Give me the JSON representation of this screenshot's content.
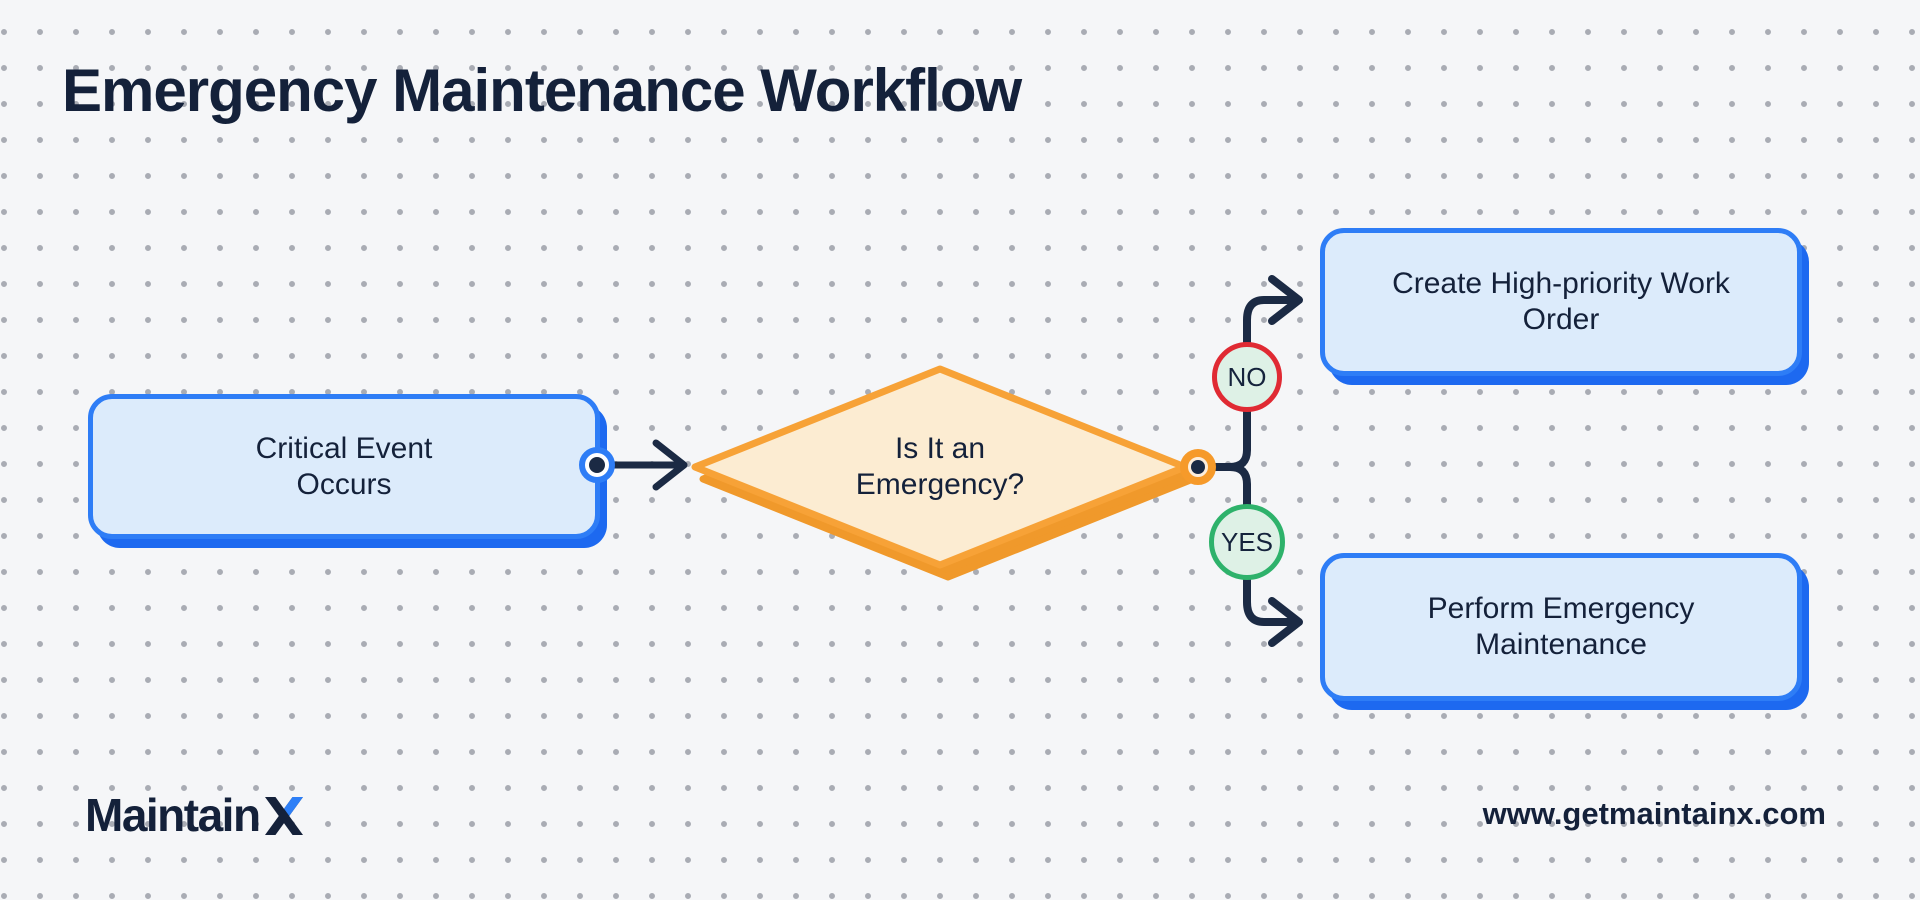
{
  "title": "Emergency Maintenance Workflow",
  "flowchart": {
    "start": {
      "label": "Critical Event Occurs"
    },
    "decision": {
      "label": "Is It an Emergency?"
    },
    "branches": [
      {
        "badge": "NO",
        "target": "Create High-priority Work Order"
      },
      {
        "badge": "YES",
        "target": "Perform Emergency Maintenance"
      }
    ]
  },
  "footer": {
    "brand_text": "Maintain",
    "brand_x": "X",
    "website": "www.getmaintainx.com"
  },
  "colors": {
    "background": "#F5F6F8",
    "dot_grid": "#A9ACB4",
    "navy_text": "#14213A",
    "connector_line": "#1B2A44",
    "blue_border": "#2E7DF6",
    "blue_fill": "#DCEBFB",
    "blue_shadow": "#1D69F0",
    "orange_border": "#F7A237",
    "orange_fill": "#FCECD2",
    "orange_shadow": "#F0992B",
    "no_red": "#E02A33",
    "yes_green": "#2EB26B",
    "badge_fill": "#DEF1E6",
    "brand_blue": "#2D7FF7"
  }
}
